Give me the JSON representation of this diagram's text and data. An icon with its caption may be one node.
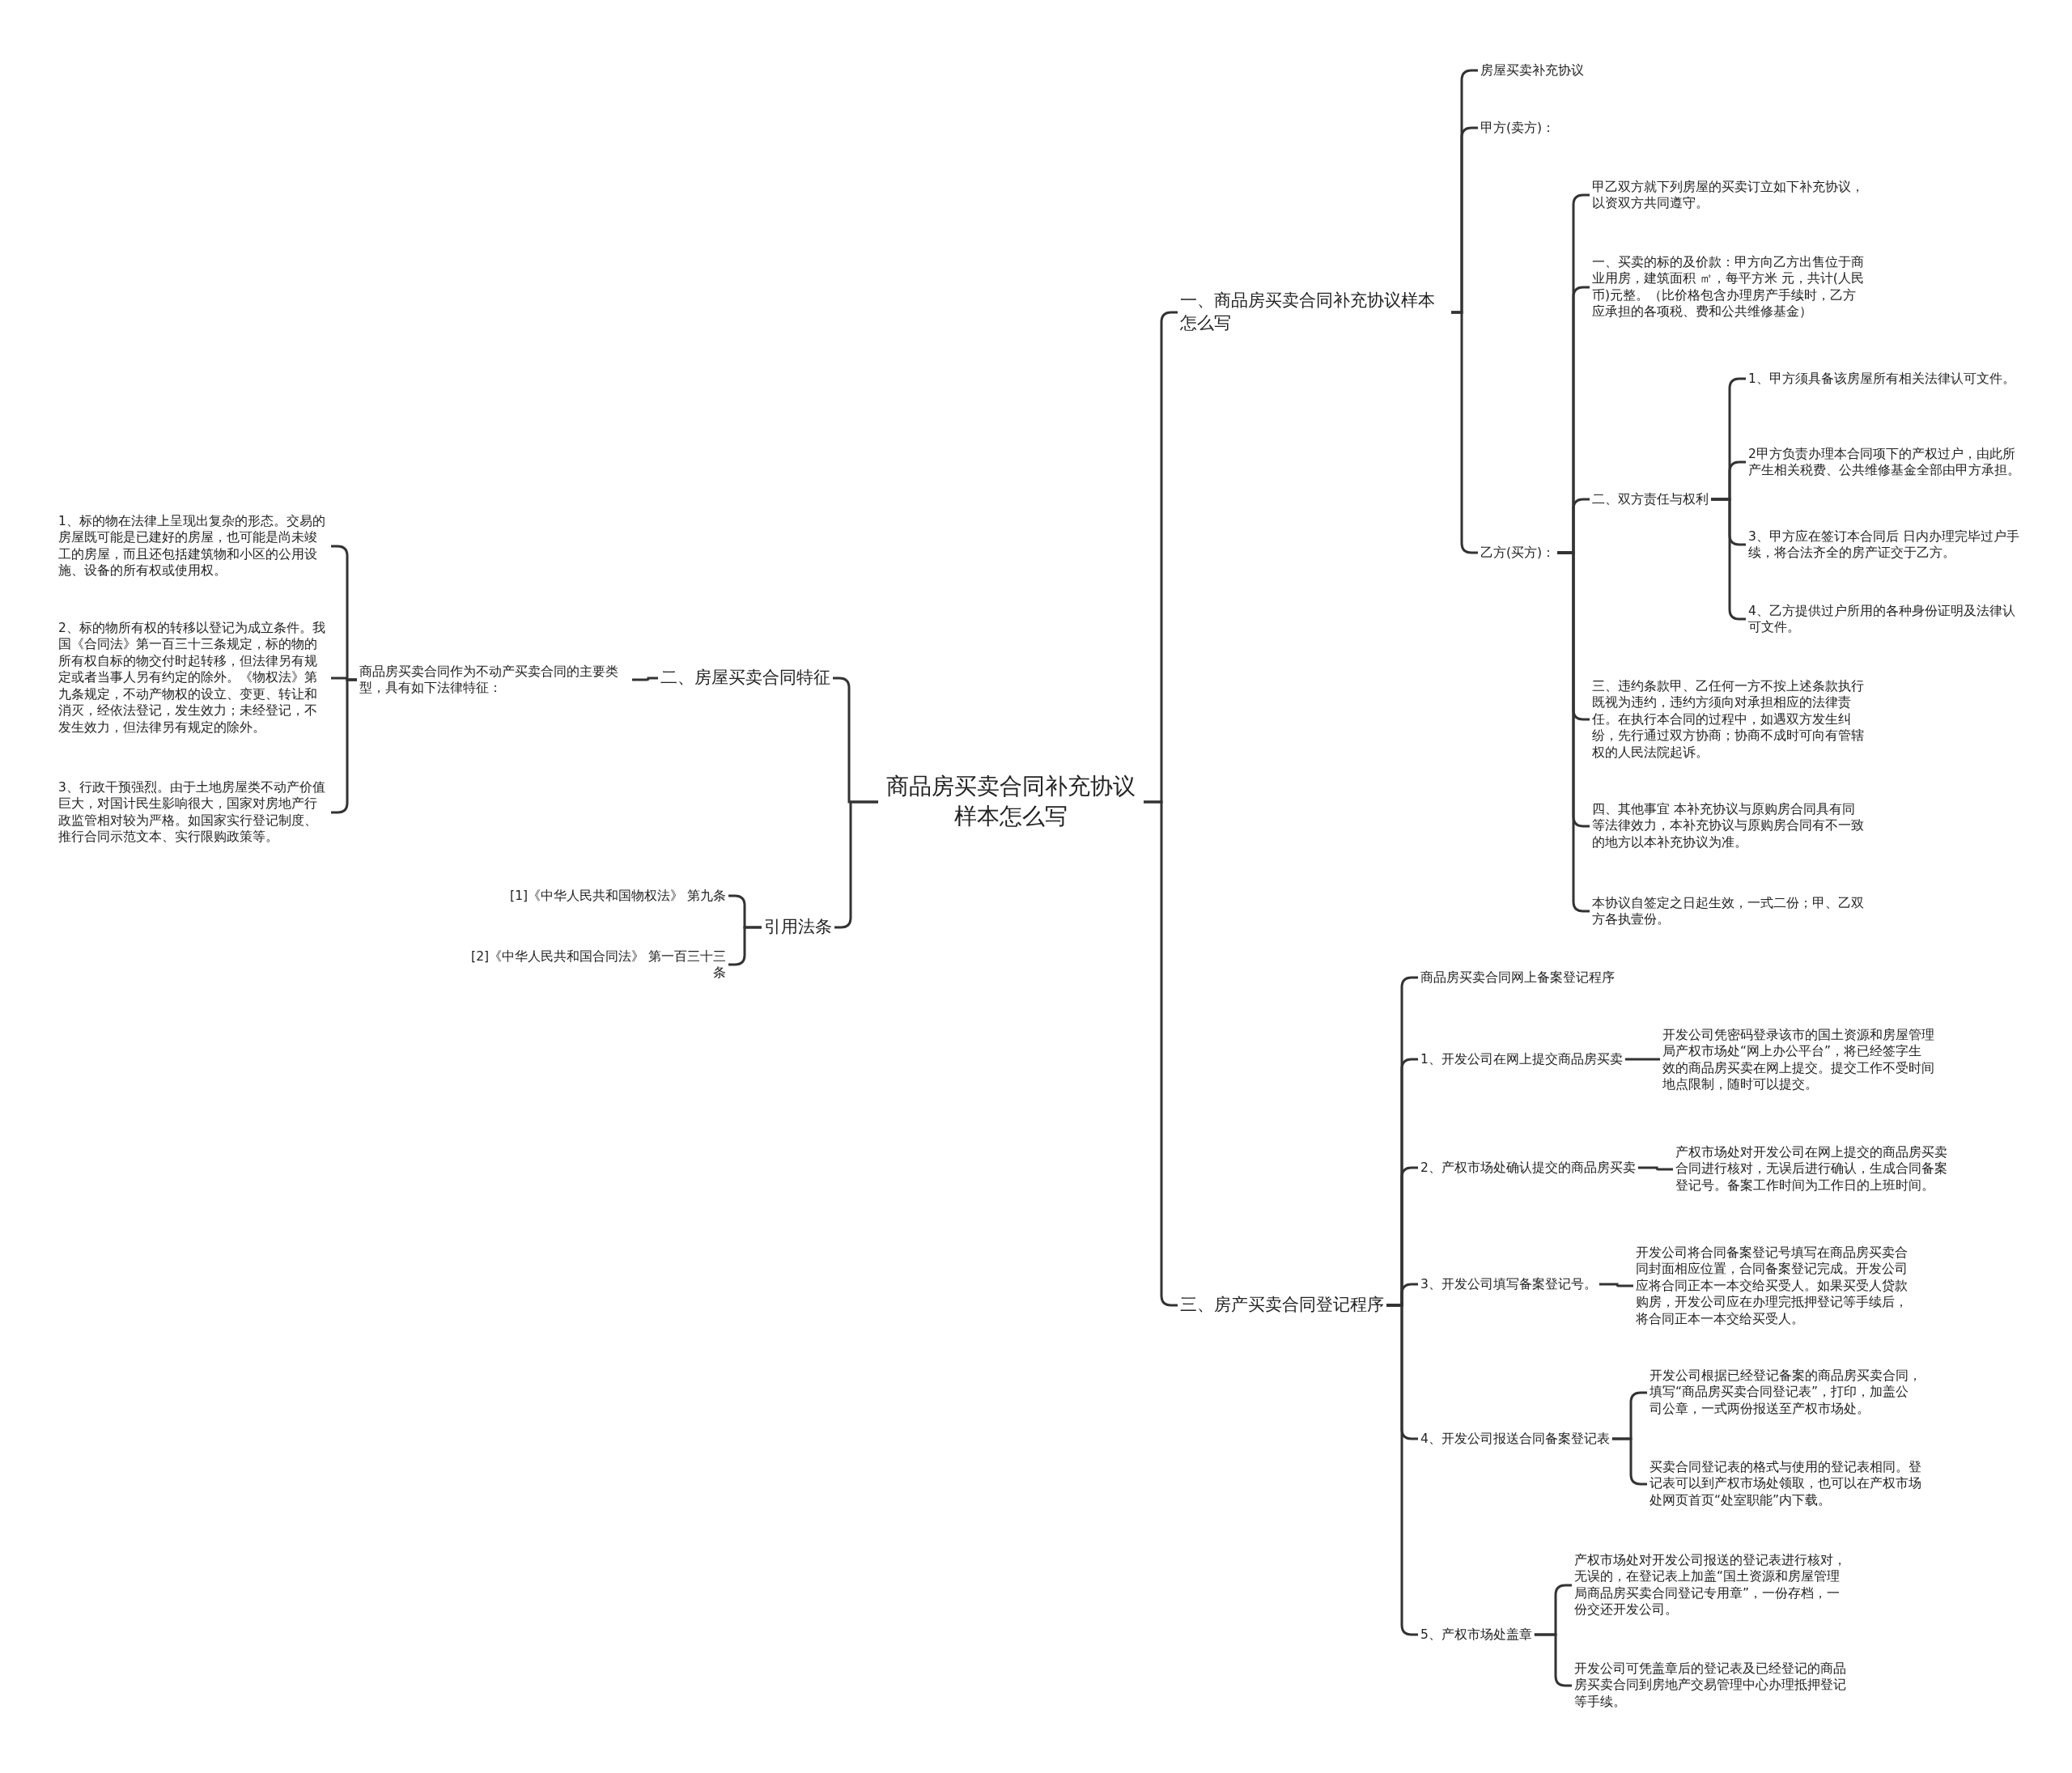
{
  "diagram": {
    "nodes": [
      {
        "text": [
          "商品房买卖合同补充协议样本怎么写"
        ]
      },
      {
        "text": [
          "一、商品房买卖合同补充协议样本怎么写"
        ]
      },
      {
        "text": [
          "房屋买卖补充协议"
        ]
      },
      {
        "text": [
          "甲方(卖方)："
        ]
      },
      {
        "text": [
          "乙方(买方)："
        ]
      },
      {
        "text": [
          "甲乙双方就下列房屋的买卖订立如下补充协议，以资双方共同遵守。"
        ]
      },
      {
        "text": [
          "一、买卖的标的及价款：甲方向乙方出售位于商业用房，建筑面积 ㎡，每平方米 元，共计(人民币)元整。（比价格包含办理房产手续时，乙方应承担的各项税、费和公共维修基金）"
        ]
      },
      {
        "text": [
          "二、双方责任与权利"
        ]
      },
      {
        "text": [
          "1、甲方须具备该房屋所有相关法律认可文件。"
        ]
      },
      {
        "text": [
          "2甲方负责办理本合同项下的产权过户，由此所产生相关税费、公共维修基金全部由甲方承担。"
        ]
      },
      {
        "text": [
          "3、甲方应在签订本合同后 日内办理完毕过户手续，将合法齐全的房产证交于乙方。"
        ]
      },
      {
        "text": [
          "4、乙方提供过户所用的各种身份证明及法律认可文件。"
        ]
      },
      {
        "text": [
          "三、违约条款甲、乙任何一方不按上述条款执行既视为违约，违约方须向对承担相应的法律责任。在执行本合同的过程中，如遇双方发生纠纷，先行通过双方协商；协商不成时可向有管辖权的人民法院起诉。"
        ]
      },
      {
        "text": [
          "四、其他事宜 本补充协议与原购房合同具有同等法律效力，本补充协议与原购房合同有不一致的地方以本补充协议为准。"
        ]
      },
      {
        "text": [
          "本协议自签定之日起生效，一式二份；甲、乙双方各执壹份。"
        ]
      },
      {
        "text": [
          "二、房屋买卖合同特征"
        ]
      },
      {
        "text": [
          "商品房买卖合同作为不动产买卖合同的主要类型，具有如下法律特征："
        ]
      },
      {
        "text": [
          "1、标的物在法律上呈现出复杂的形态。交易的房屋既可能是已建好的房屋，也可能是尚未竣工的房屋，而且还包括建筑物和小区的公用设施、设备的所有权或使用权。"
        ]
      },
      {
        "text": [
          "2、标的物所有权的转移以登记为成立条件。我国《合同法》第一百三十三条规定，标的物的所有权自标的物交付时起转移，但法律另有规定或者当事人另有约定的除外。《物权法》第九条规定，不动产物权的设立、变更、转让和消灭，经依法登记，发生效力；未经登记，不发生效力，但法律另有规定的除外。"
        ]
      },
      {
        "text": [
          "3、行政干预强烈。由于土地房屋类不动产价值巨大，对国计民生影响很大，国家对房地产行政监管相对较为严格。如国家实行登记制度、推行合同示范文本、实行限购政策等。"
        ]
      },
      {
        "text": [
          "引用法条"
        ]
      },
      {
        "text": [
          "[1]《中华人民共和国物权法》 第九条"
        ]
      },
      {
        "text": [
          "[2]《中华人民共和国合同法》 第一百三十三条"
        ]
      },
      {
        "text": [
          "三、房产买卖合同登记程序"
        ]
      },
      {
        "text": [
          "商品房买卖合同网上备案登记程序"
        ]
      },
      {
        "text": [
          "1、开发公司在网上提交商品房买卖"
        ]
      },
      {
        "text": [
          "开发公司凭密码登录该市的国土资源和房屋管理局产权市场处“网上办公平台”，将已经签字生效的商品房买卖在网上提交。提交工作不受时间地点限制，随时可以提交。"
        ]
      },
      {
        "text": [
          "2、产权市场处确认提交的商品房买卖"
        ]
      },
      {
        "text": [
          "产权市场处对开发公司在网上提交的商品房买卖合同进行核对，无误后进行确认，生成合同备案登记号。备案工作时间为工作日的上班时间。"
        ]
      },
      {
        "text": [
          "3、开发公司填写备案登记号。"
        ]
      },
      {
        "text": [
          "开发公司将合同备案登记号填写在商品房买卖合同封面相应位置，合同备案登记完成。开发公司应将合同正本一本交给买受人。如果买受人贷款购房，开发公司应在办理完抵押登记等手续后，将合同正本一本交给买受人。"
        ]
      },
      {
        "text": [
          "4、开发公司报送合同备案登记表"
        ]
      },
      {
        "text": [
          "开发公司根据已经登记备案的商品房买卖合同，填写“商品房买卖合同登记表”，打印，加盖公司公章，一式两份报送至产权市场处。"
        ]
      },
      {
        "text": [
          "买卖合同登记表的格式与使用的登记表相同。登记表可以到产权市场处领取，也可以在产权市场处网页首页“处室职能”内下载。"
        ]
      },
      {
        "text": [
          "5、产权市场处盖章"
        ]
      },
      {
        "text": [
          "产权市场处对开发公司报送的登记表进行核对，无误的，在登记表上加盖“国土资源和房屋管理局商品房买卖合同登记专用章”，一份存档，一份交还开发公司。"
        ]
      },
      {
        "text": [
          "开发公司可凭盖章后的登记表及已经登记的商品房买卖合同到房地产交易管理中心办理抵押登记等手续。"
        ]
      }
    ],
    "edges": [
      {
        "from": 0,
        "to": 1,
        "arrow": "none"
      },
      {
        "from": 0,
        "to": 15,
        "arrow": "none"
      },
      {
        "from": 0,
        "to": 20,
        "arrow": "none"
      },
      {
        "from": 0,
        "to": 23,
        "arrow": "none"
      },
      {
        "from": 1,
        "to": 2,
        "arrow": "none"
      },
      {
        "from": 1,
        "to": 3,
        "arrow": "none"
      },
      {
        "from": 1,
        "to": 4,
        "arrow": "none"
      },
      {
        "from": 4,
        "to": 5,
        "arrow": "none"
      },
      {
        "from": 4,
        "to": 6,
        "arrow": "none"
      },
      {
        "from": 4,
        "to": 7,
        "arrow": "none"
      },
      {
        "from": 4,
        "to": 12,
        "arrow": "none"
      },
      {
        "from": 4,
        "to": 13,
        "arrow": "none"
      },
      {
        "from": 4,
        "to": 14,
        "arrow": "none"
      },
      {
        "from": 7,
        "to": 8,
        "arrow": "none"
      },
      {
        "from": 7,
        "to": 9,
        "arrow": "none"
      },
      {
        "from": 7,
        "to": 10,
        "arrow": "none"
      },
      {
        "from": 7,
        "to": 11,
        "arrow": "none"
      },
      {
        "from": 15,
        "to": 16,
        "arrow": "none"
      },
      {
        "from": 16,
        "to": 17,
        "arrow": "none"
      },
      {
        "from": 16,
        "to": 18,
        "arrow": "none"
      },
      {
        "from": 16,
        "to": 19,
        "arrow": "none"
      },
      {
        "from": 20,
        "to": 21,
        "arrow": "none"
      },
      {
        "from": 20,
        "to": 22,
        "arrow": "none"
      },
      {
        "from": 23,
        "to": 24,
        "arrow": "none"
      },
      {
        "from": 23,
        "to": 25,
        "arrow": "none"
      },
      {
        "from": 23,
        "to": 27,
        "arrow": "none"
      },
      {
        "from": 23,
        "to": 29,
        "arrow": "none"
      },
      {
        "from": 23,
        "to": 31,
        "arrow": "none"
      },
      {
        "from": 23,
        "to": 34,
        "arrow": "none"
      },
      {
        "from": 25,
        "to": 26,
        "arrow": "none"
      },
      {
        "from": 27,
        "to": 28,
        "arrow": "none"
      },
      {
        "from": 29,
        "to": 30,
        "arrow": "none"
      },
      {
        "from": 31,
        "to": 32,
        "arrow": "none"
      },
      {
        "from": 31,
        "to": 33,
        "arrow": "none"
      },
      {
        "from": 34,
        "to": 35,
        "arrow": "none"
      },
      {
        "from": 34,
        "to": 36,
        "arrow": "none"
      }
    ]
  }
}
